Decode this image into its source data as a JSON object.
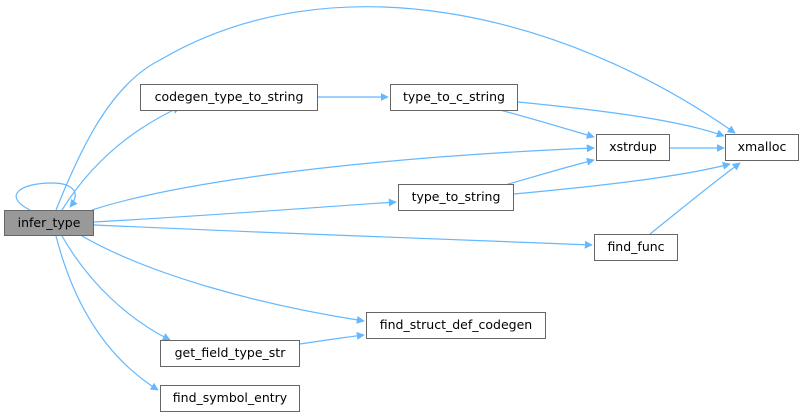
{
  "graph": {
    "nodes": {
      "infer_type": "infer_type",
      "codegen_type_to_string": "codegen_type_to_string",
      "type_to_c_string": "type_to_c_string",
      "xstrdup": "xstrdup",
      "xmalloc": "xmalloc",
      "type_to_string": "type_to_string",
      "find_func": "find_func",
      "find_struct_def_codegen": "find_struct_def_codegen",
      "get_field_type_str": "get_field_type_str",
      "find_symbol_entry": "find_symbol_entry"
    },
    "edges": [
      [
        "infer_type",
        "infer_type"
      ],
      [
        "infer_type",
        "codegen_type_to_string"
      ],
      [
        "infer_type",
        "xmalloc"
      ],
      [
        "infer_type",
        "xstrdup"
      ],
      [
        "infer_type",
        "type_to_string"
      ],
      [
        "infer_type",
        "find_func"
      ],
      [
        "infer_type",
        "find_struct_def_codegen"
      ],
      [
        "infer_type",
        "get_field_type_str"
      ],
      [
        "infer_type",
        "find_symbol_entry"
      ],
      [
        "codegen_type_to_string",
        "type_to_c_string"
      ],
      [
        "type_to_c_string",
        "xmalloc"
      ],
      [
        "type_to_c_string",
        "xstrdup"
      ],
      [
        "xstrdup",
        "xmalloc"
      ],
      [
        "type_to_string",
        "xstrdup"
      ],
      [
        "type_to_string",
        "xmalloc"
      ],
      [
        "find_func",
        "xmalloc"
      ],
      [
        "get_field_type_str",
        "find_struct_def_codegen"
      ]
    ],
    "colors": {
      "edge": "#63b8ff",
      "root_fill": "#999999",
      "node_border": "#666666"
    }
  }
}
